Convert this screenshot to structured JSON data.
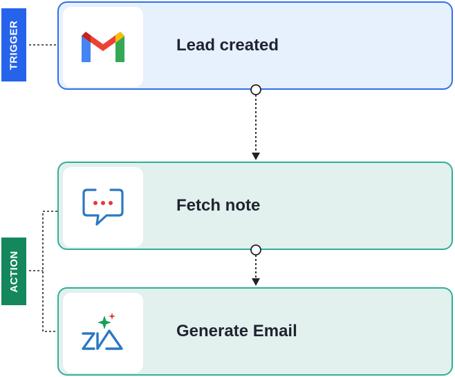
{
  "tags": {
    "trigger": "TRIGGER",
    "action": "ACTION"
  },
  "steps": [
    {
      "label": "Lead created",
      "icon": "gmail-icon"
    },
    {
      "label": "Fetch note",
      "icon": "chat-note-icon"
    },
    {
      "label": "Generate Email",
      "icon": "zia-ai-icon"
    }
  ],
  "colors": {
    "trigger_accent": "#2563eb",
    "action_accent": "#14875d",
    "trigger_card_bg": "#e7f0fd",
    "action_card_bg": "#e2f0ee"
  }
}
